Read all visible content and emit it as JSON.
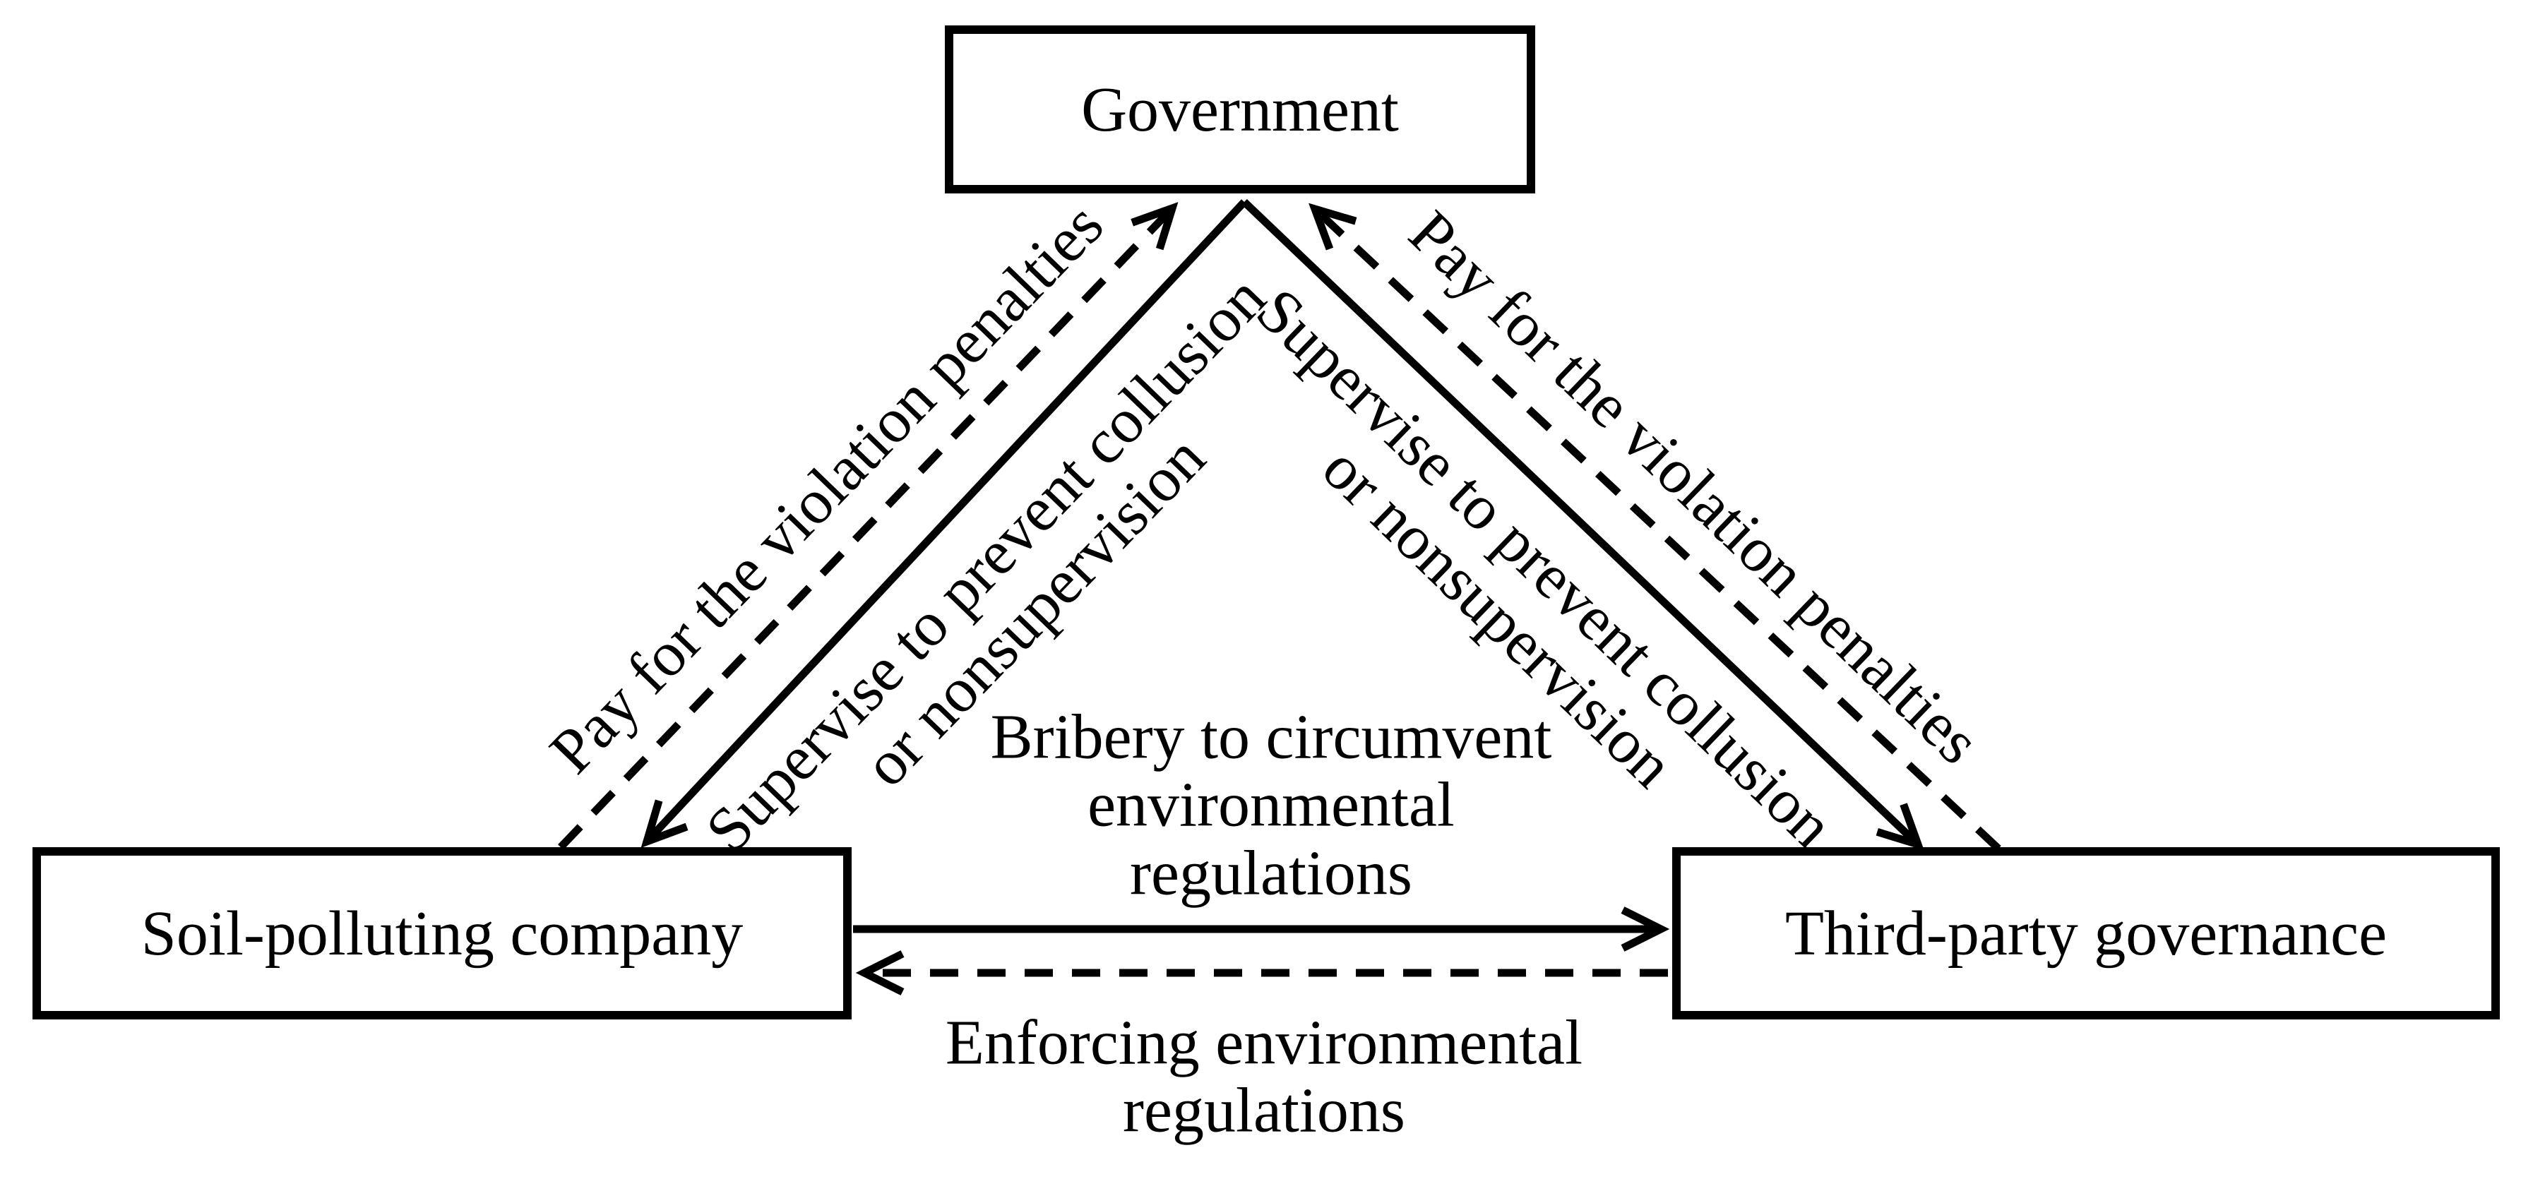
{
  "palette": {
    "ink": "#000000",
    "background": "#ffffff",
    "box_fill": "#ffffff"
  },
  "nodes": {
    "government": {
      "label": "Government"
    },
    "company": {
      "label": "Soil-polluting company"
    },
    "third_party": {
      "label": "Third-party governance"
    }
  },
  "edges": {
    "company_to_government": {
      "style": "dashed",
      "arrow_points_to": "government",
      "label": "Pay for the violation penalties"
    },
    "government_to_company": {
      "style": "solid",
      "arrow_points_to": "company",
      "label_line1": "Supervise to prevent collusion",
      "label_line2": "or nonsupervision"
    },
    "third_party_to_government": {
      "style": "dashed",
      "arrow_points_to": "government",
      "label": "Pay for the violation penalties"
    },
    "government_to_third_party": {
      "style": "solid",
      "arrow_points_to": "third_party",
      "label_line1": "Supervise to prevent collusion",
      "label_line2": "or nonsupervision"
    },
    "company_to_third_party": {
      "style": "solid",
      "arrow_points_to": "third_party",
      "label_line1": "Bribery to circumvent",
      "label_line2": "environmental",
      "label_line3": "regulations"
    },
    "third_party_to_company": {
      "style": "dashed",
      "arrow_points_to": "company",
      "label_line1": "Enforcing environmental",
      "label_line2": "regulations"
    }
  }
}
